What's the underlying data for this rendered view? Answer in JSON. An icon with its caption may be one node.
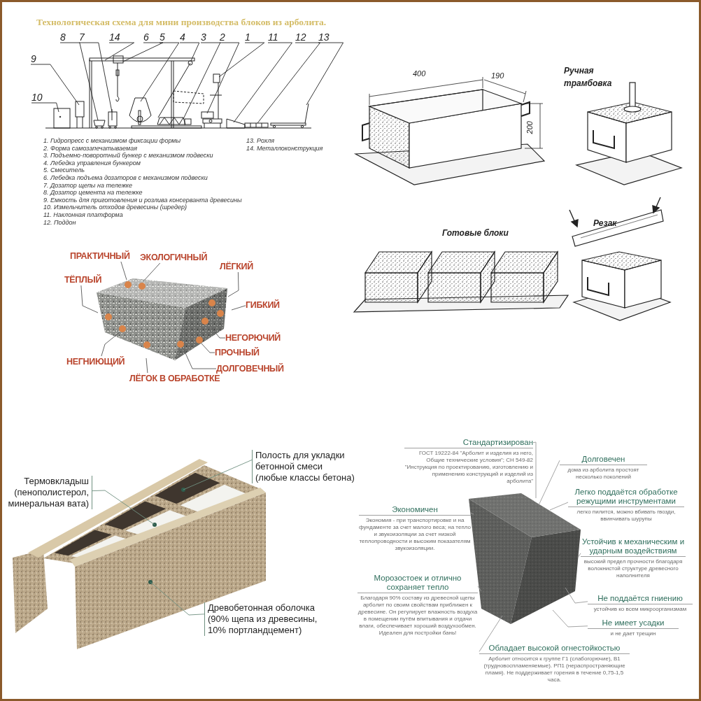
{
  "diagram": {
    "title": "Технологическая схема для мини производства блоков из арболита.",
    "nodes": [
      {
        "text": [
          "8"
        ]
      },
      {
        "text": [
          "7"
        ]
      },
      {
        "text": [
          "14"
        ]
      },
      {
        "text": [
          "6"
        ]
      },
      {
        "text": [
          "5"
        ]
      },
      {
        "text": [
          "4"
        ]
      },
      {
        "text": [
          "3"
        ]
      },
      {
        "text": [
          "2"
        ]
      },
      {
        "text": [
          "1"
        ]
      },
      {
        "text": [
          "11"
        ]
      },
      {
        "text": [
          "12"
        ]
      },
      {
        "text": [
          "13"
        ]
      },
      {
        "text": [
          "9"
        ]
      },
      {
        "text": [
          "10"
        ]
      },
      {
        "text": [
          "ПРАКТИЧНЫЙ"
        ]
      },
      {
        "text": [
          "ЭКОЛОГИЧНЫЙ"
        ]
      },
      {
        "text": [
          "ЛЁГКИЙ"
        ]
      },
      {
        "text": [
          "ТЁПЛЫЙ"
        ]
      },
      {
        "text": [
          "ГИБКИЙ"
        ]
      },
      {
        "text": [
          "НЕГОРЮЧИЙ"
        ]
      },
      {
        "text": [
          "ПРОЧНЫЙ"
        ]
      },
      {
        "text": [
          "НЕГНИЮЩИЙ"
        ]
      },
      {
        "text": [
          "ДОЛГОВЕЧНЫЙ"
        ]
      },
      {
        "text": [
          "ЛЁГОК В ОБРАБОТКЕ"
        ]
      },
      {
        "text": [
          "Полость для укладки бетонной смеси (любые классы бетона)"
        ]
      },
      {
        "text": [
          "Термовкладыш (пенополистерол, минеральная вата)"
        ]
      },
      {
        "text": [
          "Древобетонная оболочка (90% щепа из древесины, 10% портландцемент)"
        ]
      },
      {
        "text": [
          "Стандартизирован",
          "ГОСТ 19222-84 \"Арболит и изделия из него, Общие технические условия\"; СН 549-82 \"Инструкция по проектированию, изготовлению и применению конструкций и изделий из арболита\""
        ]
      },
      {
        "text": [
          "Долговечен",
          "дома из арболита простоят несколько поколений"
        ]
      },
      {
        "text": [
          "Легко поддаётся обработке режущими инструментами",
          "легко пилится, можно вбивать гвозди, ввинчивать шурупы"
        ]
      },
      {
        "text": [
          "Экономичен",
          "Экономия - при транспортировке и на фундаменте за счет малого веса; на тепло и звукоизоляции за счет низкой теплопроводности и высоким показателям звукоизоляции."
        ]
      },
      {
        "text": [
          "Устойчив к механическим и ударным воздействиям",
          "высокий предел прочности благодаря волокнистой структуре древесного наполнителя"
        ]
      },
      {
        "text": [
          "Морозостоек и отлично сохраняет тепло",
          "Благодаря 90% составу из древесной щепы арболит по своим свойствам приближен к древесине. Он регулирует влажность воздуха в помещении путём впитывания и отдачи влаги, обеспечивает хороший воздухообмен. Идеален для постройки бань!"
        ]
      },
      {
        "text": [
          "Не поддаётся гниению",
          "устойчив ко всем микроорганизмам"
        ]
      },
      {
        "text": [
          "Не имеет усадки",
          "и не дает трещин"
        ]
      },
      {
        "text": [
          "Обладает высокой огнестойкостью",
          "Арболит относится к группе Г1 (слабогорючие), В1 (трудновоспламеняемые). РП1 (нераспространяющие пламя). Не поддерживает горения в течение 0,75-1,5 часа."
        ]
      },
      {
        "text": [],
        "shape": "picture"
      },
      {
        "text": [],
        "shape": "picture"
      },
      {
        "text": [],
        "shape": "picture"
      },
      {
        "text": [],
        "shape": "picture"
      }
    ],
    "edges": [
      {
        "from": 0,
        "to": 36,
        "arrow": "none"
      },
      {
        "from": 1,
        "to": 36,
        "arrow": "none"
      },
      {
        "from": 2,
        "to": 36,
        "arrow": "none"
      },
      {
        "from": 3,
        "to": 36,
        "arrow": "none"
      },
      {
        "from": 4,
        "to": 36,
        "arrow": "none"
      },
      {
        "from": 5,
        "to": 36,
        "arrow": "none"
      },
      {
        "from": 6,
        "to": 36,
        "arrow": "none"
      },
      {
        "from": 7,
        "to": 36,
        "arrow": "none"
      },
      {
        "from": 8,
        "to": 36,
        "arrow": "none"
      },
      {
        "from": 9,
        "to": 36,
        "arrow": "none"
      },
      {
        "from": 10,
        "to": 36,
        "arrow": "none"
      },
      {
        "from": 11,
        "to": 36,
        "arrow": "none"
      },
      {
        "from": 12,
        "to": 36,
        "arrow": "none"
      },
      {
        "from": 13,
        "to": 36,
        "arrow": "none"
      },
      {
        "from": 14,
        "to": 37,
        "arrow": "none",
        "color": "#555555"
      },
      {
        "from": 15,
        "to": 37,
        "arrow": "none",
        "color": "#555555"
      },
      {
        "from": 16,
        "to": 37,
        "arrow": "none",
        "color": "#555555"
      },
      {
        "from": 17,
        "to": 37,
        "arrow": "none",
        "color": "#555555"
      },
      {
        "from": 18,
        "to": 37,
        "arrow": "none",
        "color": "#555555"
      },
      {
        "from": 19,
        "to": 37,
        "arrow": "none",
        "color": "#555555"
      },
      {
        "from": 20,
        "to": 37,
        "arrow": "none",
        "color": "#555555"
      },
      {
        "from": 21,
        "to": 37,
        "arrow": "none",
        "color": "#555555"
      },
      {
        "from": 22,
        "to": 37,
        "arrow": "none",
        "color": "#555555"
      },
      {
        "from": 23,
        "to": 37,
        "arrow": "none",
        "color": "#555555"
      },
      {
        "from": 24,
        "to": 38,
        "arrow": "none",
        "color": "#6f9080"
      },
      {
        "from": 25,
        "to": 38,
        "arrow": "none",
        "color": "#6f9080"
      },
      {
        "from": 26,
        "to": 38,
        "arrow": "none",
        "color": "#6f9080"
      },
      {
        "from": 27,
        "to": 39,
        "arrow": "none",
        "color": "#9a9a9a"
      },
      {
        "from": 28,
        "to": 39,
        "arrow": "none",
        "color": "#9a9a9a"
      },
      {
        "from": 29,
        "to": 39,
        "arrow": "none",
        "color": "#9a9a9a"
      },
      {
        "from": 30,
        "to": 39,
        "arrow": "none",
        "color": "#9a9a9a"
      },
      {
        "from": 31,
        "to": 39,
        "arrow": "none",
        "color": "#9a9a9a"
      },
      {
        "from": 32,
        "to": 39,
        "arrow": "none",
        "color": "#9a9a9a"
      },
      {
        "from": 33,
        "to": 39,
        "arrow": "none",
        "color": "#9a9a9a"
      },
      {
        "from": 34,
        "to": 39,
        "arrow": "none",
        "color": "#9a9a9a"
      },
      {
        "from": 35,
        "to": 39,
        "arrow": "none",
        "color": "#9a9a9a"
      }
    ],
    "labels": [
      "1. Гидропресс с механизмом фиксации формы",
      "2. Форма самозапечатываемая",
      "3. Подъемно-поворотный бункер с механизмом подвески",
      "4. Лебедка управления бункером",
      "5. Смеситель",
      "6. Лебедка подъема дозаторов с механизмом подвески",
      "7. Дозатор щепы на тележке",
      "8. Дозатор цемента на тележке",
      "9. Емкость для приготовления и розлива консерванта древесины",
      "10. Измельчитель отходов древесины (шредер)",
      "11. Наклонная платформа",
      "12. Поддон",
      "13. Рохля",
      "14. Металлоконструкция",
      "400",
      "190",
      "200",
      "Ручная трамбовка",
      "Резак",
      "Готовые блоки"
    ]
  }
}
